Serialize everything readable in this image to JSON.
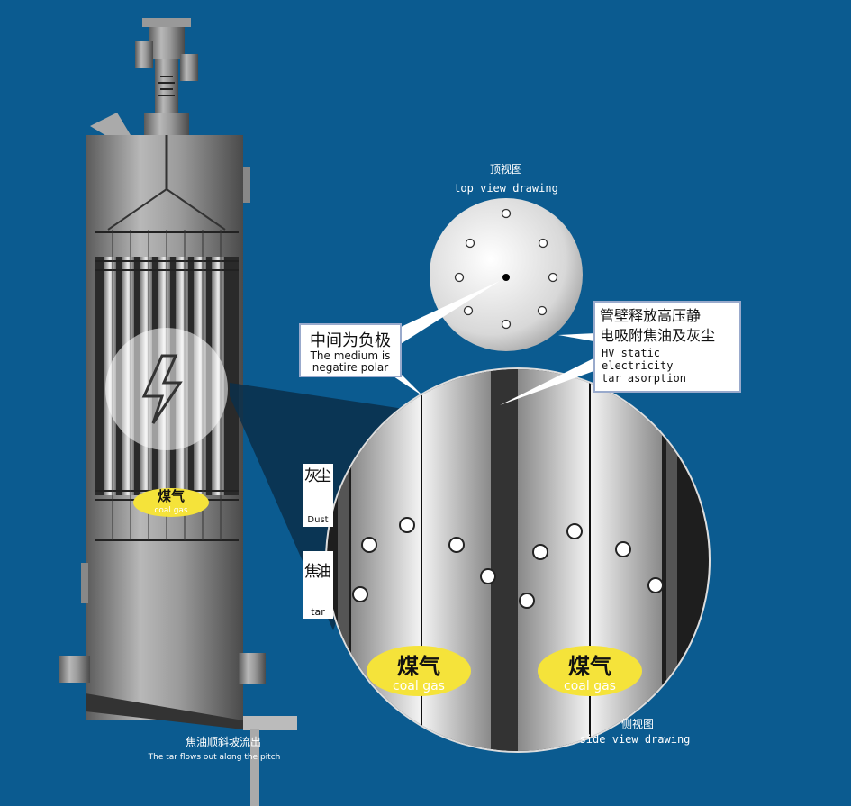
{
  "colors": {
    "background": "#0b5b90",
    "shell": "#8a8a8a",
    "gas": "#f5e33a",
    "callout": "#ffffff"
  },
  "top_view": {
    "title_cn": "顶视图",
    "title_en": "top view drawing"
  },
  "side_view": {
    "title_cn": "侧视图",
    "title_en": "side view drawing"
  },
  "callout_medium": {
    "cn": "中间为负极",
    "en_line1": "The medium is",
    "en_line2": "negatire polar"
  },
  "callout_wall": {
    "cn_line1": "管壁释放高压静",
    "cn_line2": "电吸附焦油及灰尘",
    "en_line1": "HV static",
    "en_line2": "electricity",
    "en_line3": "tar asorption"
  },
  "dust": {
    "cn": "灰尘",
    "en": "Dust"
  },
  "tar": {
    "cn": "焦油",
    "en": "tar"
  },
  "gas": {
    "cn": "煤气",
    "en": "coal gas"
  },
  "outflow": {
    "cn": "焦油顺斜坡流出",
    "en": "The tar flows out along the pitch"
  },
  "icons": {
    "hv": "lightning-icon",
    "particle": "minus-charge-icon"
  }
}
